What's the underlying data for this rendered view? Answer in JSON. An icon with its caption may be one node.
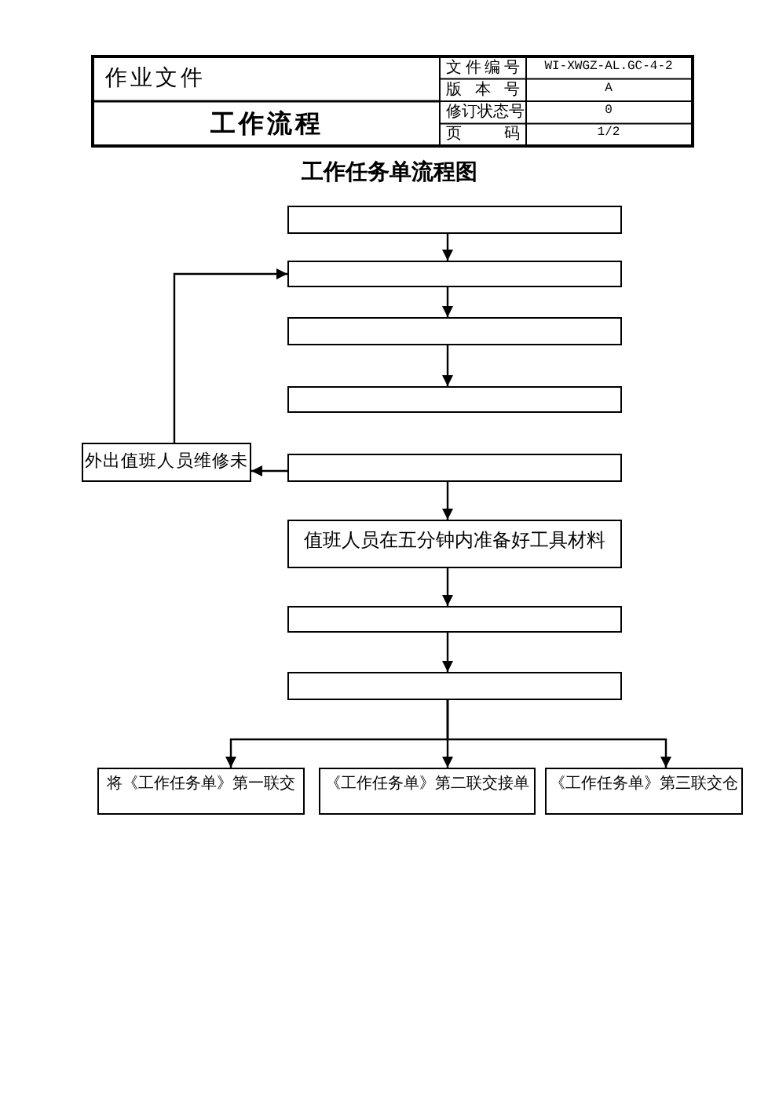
{
  "diagram": {
    "title": "工作任务单流程图",
    "nodes": [
      {
        "text": [],
        "shape": "box"
      },
      {
        "text": [],
        "shape": "box"
      },
      {
        "text": [],
        "shape": "box"
      },
      {
        "text": [],
        "shape": "box"
      },
      {
        "text": [
          "外出值班人员维修未"
        ]
      },
      {
        "text": [],
        "shape": "box"
      },
      {
        "text": [
          "值班人员在五分钟内准备好工具材料"
        ]
      },
      {
        "text": [],
        "shape": "box"
      },
      {
        "text": [],
        "shape": "box"
      },
      {
        "text": [
          "将《工作任务单》第一联交"
        ]
      },
      {
        "text": [
          "《工作任务单》第二联交接单"
        ]
      },
      {
        "text": [
          "《工作任务单》第三联交仓"
        ]
      }
    ],
    "edges": [
      {
        "from": 0,
        "to": 1,
        "arrow": "to"
      },
      {
        "from": 1,
        "to": 2,
        "arrow": "to"
      },
      {
        "from": 2,
        "to": 3,
        "arrow": "to"
      },
      {
        "from": 5,
        "to": 4,
        "arrow": "to"
      },
      {
        "from": 4,
        "to": 1,
        "arrow": "to"
      },
      {
        "from": 5,
        "to": 6,
        "arrow": "to"
      },
      {
        "from": 6,
        "to": 7,
        "arrow": "to"
      },
      {
        "from": 7,
        "to": 8,
        "arrow": "to"
      },
      {
        "from": 8,
        "to": 9,
        "arrow": "to"
      },
      {
        "from": 8,
        "to": 10,
        "arrow": "to"
      },
      {
        "from": 8,
        "to": 11,
        "arrow": "to"
      }
    ],
    "labels": [
      "作业文件",
      "文件编号",
      "WI-XWGZ-AL.GC-4-2",
      "版 本 号",
      "A",
      "工作流程",
      "修订状态号",
      "0",
      "页 码",
      "1/2"
    ]
  }
}
